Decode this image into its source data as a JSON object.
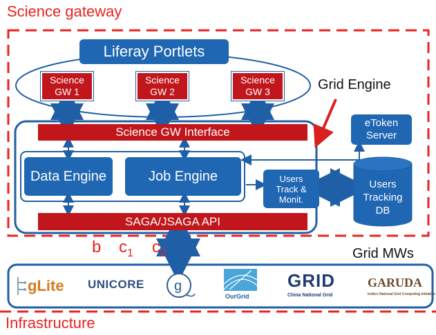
{
  "regions": {
    "science_gateway": "Science gateway",
    "grid_engine": "Grid Engine",
    "grid_mws": "Grid MWs",
    "infrastructure": "Infrastructure"
  },
  "portlets": "Liferay Portlets",
  "gateways": [
    {
      "line1": "Science",
      "line2": "GW 1"
    },
    {
      "line1": "Science",
      "line2": "GW 2"
    },
    {
      "line1": "Science",
      "line2": "GW 3"
    }
  ],
  "interface": "Science GW Interface",
  "data_engine": "Data Engine",
  "job_engine": "Job Engine",
  "users_track": {
    "line1": "Users",
    "line2": "Track &",
    "line3": "Monit."
  },
  "etoken": {
    "line1": "eToken",
    "line2": "Server"
  },
  "users_db": {
    "line1": "Users",
    "line2": "Tracking",
    "line3": "DB"
  },
  "api": "SAGA/JSAGA API",
  "labels": {
    "b": "b",
    "c1": "c",
    "c1_sub": "1",
    "c2": "c",
    "c2_sub": "2"
  },
  "middlewares": {
    "glite": "gLite",
    "unicore": "UNICORE",
    "ourgrid": "OurGrid",
    "grid_china_top": "GRID",
    "grid_china_bottom": "China National Grid",
    "garuda": "GARUDA",
    "garuda_sub": "India's National Grid Computing Initiative"
  },
  "colors": {
    "accent_red": "#e8231f",
    "box_blue": "#1f66b3",
    "bar_red": "#c0161c",
    "outline_blue": "#1f5fa5"
  }
}
